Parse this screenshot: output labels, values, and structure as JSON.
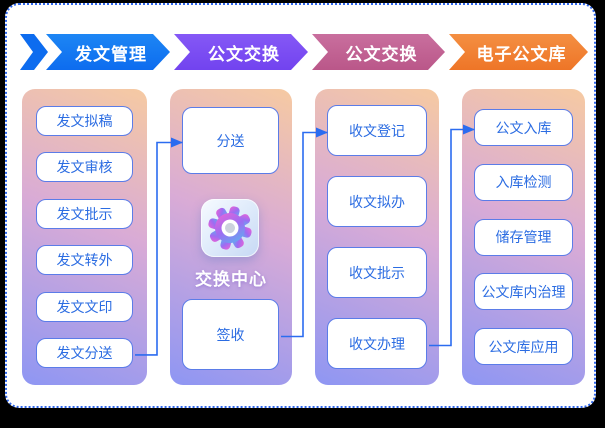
{
  "headers": [
    {
      "label": "发文管理",
      "color": "#0d6cef",
      "color2": "#1d86f4"
    },
    {
      "label": "公文交换",
      "color": "#7243ef",
      "color2": "#8558f6"
    },
    {
      "label": "公文交换",
      "color": "#ba5789",
      "color2": "#c96f9e"
    },
    {
      "label": "电子公文库",
      "color": "#ee7527",
      "color2": "#f48f42"
    }
  ],
  "columns": [
    {
      "title": "发文管理",
      "items": [
        "发文拟稿",
        "发文审核",
        "发文批示",
        "发文转外",
        "发文文印",
        "发文分送"
      ]
    },
    {
      "title": "公文交换",
      "items": [
        "分送",
        "签收"
      ],
      "center_label": "交换中心",
      "center_icon": "gear-icon"
    },
    {
      "title": "公文交换",
      "items": [
        "收文登记",
        "收文拟办",
        "收文批示",
        "收文办理"
      ]
    },
    {
      "title": "电子公文库",
      "items": [
        "公文入库",
        "入库检测",
        "储存管理",
        "公文库内治理",
        "公文库应用"
      ]
    }
  ],
  "connections": [
    {
      "from": "fawen-fensong",
      "to": "fensong"
    },
    {
      "from": "qianshou",
      "to": "shouwen-dengji"
    },
    {
      "from": "shouwen-banli",
      "to": "gongwen-ruku"
    }
  ],
  "colors": {
    "card-border": "#2f66ea",
    "panel-top": "#f6caa2",
    "panel-mid": "#d9abd6",
    "panel-bottom": "#8e96f3",
    "node-border": "#5b7ce8",
    "node-text": "#2b6ce2",
    "connector": "#2b6cf0",
    "center-label": "#ffffff",
    "gear-pink": "#ef63d6",
    "gear-purple": "#9d6cf2",
    "gear-blue": "#55b9f0"
  }
}
